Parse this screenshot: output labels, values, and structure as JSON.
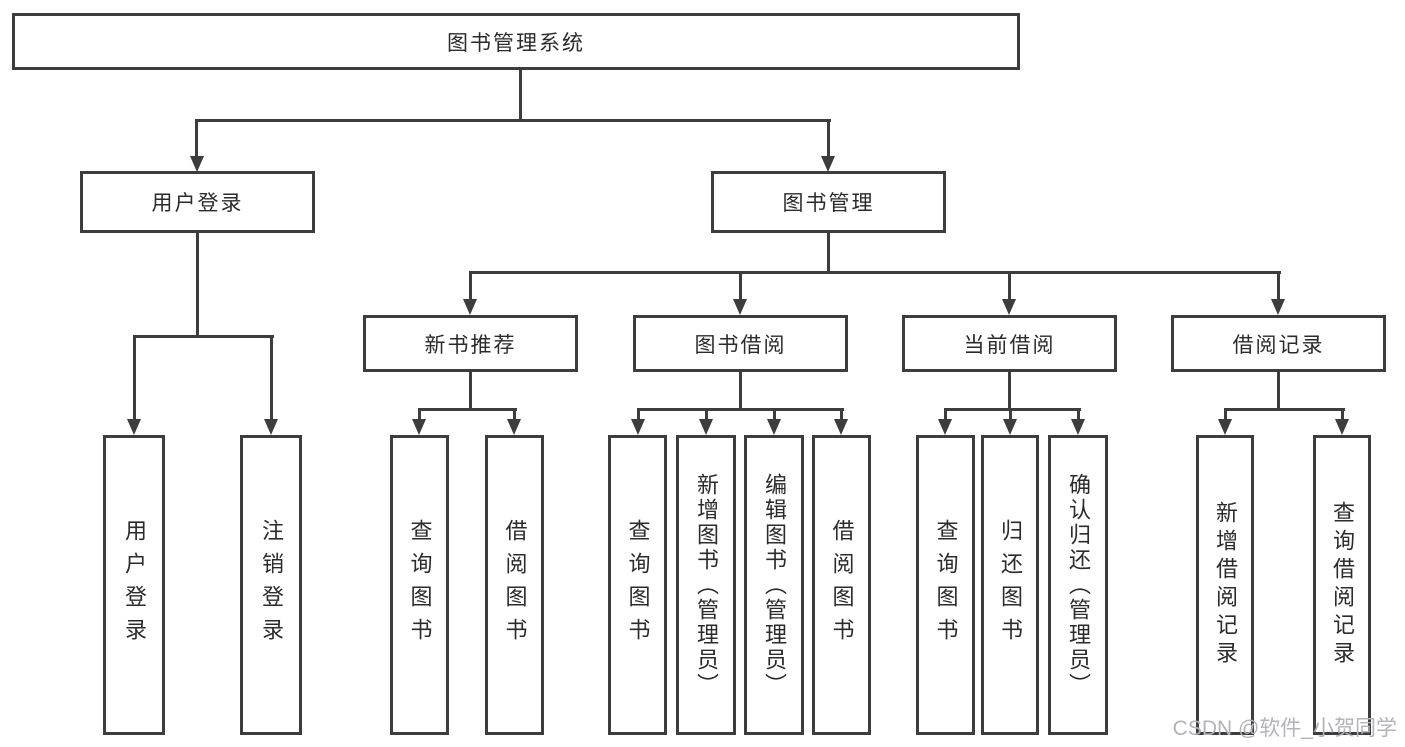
{
  "diagram_title": "图书管理系统",
  "nodes": {
    "root": "图书管理系统",
    "user_login": "用户登录",
    "book_mgmt": "图书管理",
    "new_book": "新书推荐",
    "book_borrow": "图书借阅",
    "current_borrow": "当前借阅",
    "borrow_record": "借阅记录"
  },
  "leaves": {
    "user_login": [
      "用户登录",
      "注销登录"
    ],
    "new_book": [
      "查询图书",
      "借阅图书"
    ],
    "book_borrow": [
      "查询图书",
      "新增图书（管理员）",
      "编辑图书（管理员）",
      "借阅图书"
    ],
    "current_borrow": [
      "查询图书",
      "归还图书",
      "确认归还（管理员）"
    ],
    "borrow_record": [
      "新增借阅记录",
      "查询借阅记录"
    ]
  },
  "watermark": "CSDN @软件_小贺同学",
  "colors": {
    "line": "#3d3d3d",
    "text": "#2b2b2b",
    "background": "#ffffff",
    "watermark": "#b3b3b8"
  }
}
